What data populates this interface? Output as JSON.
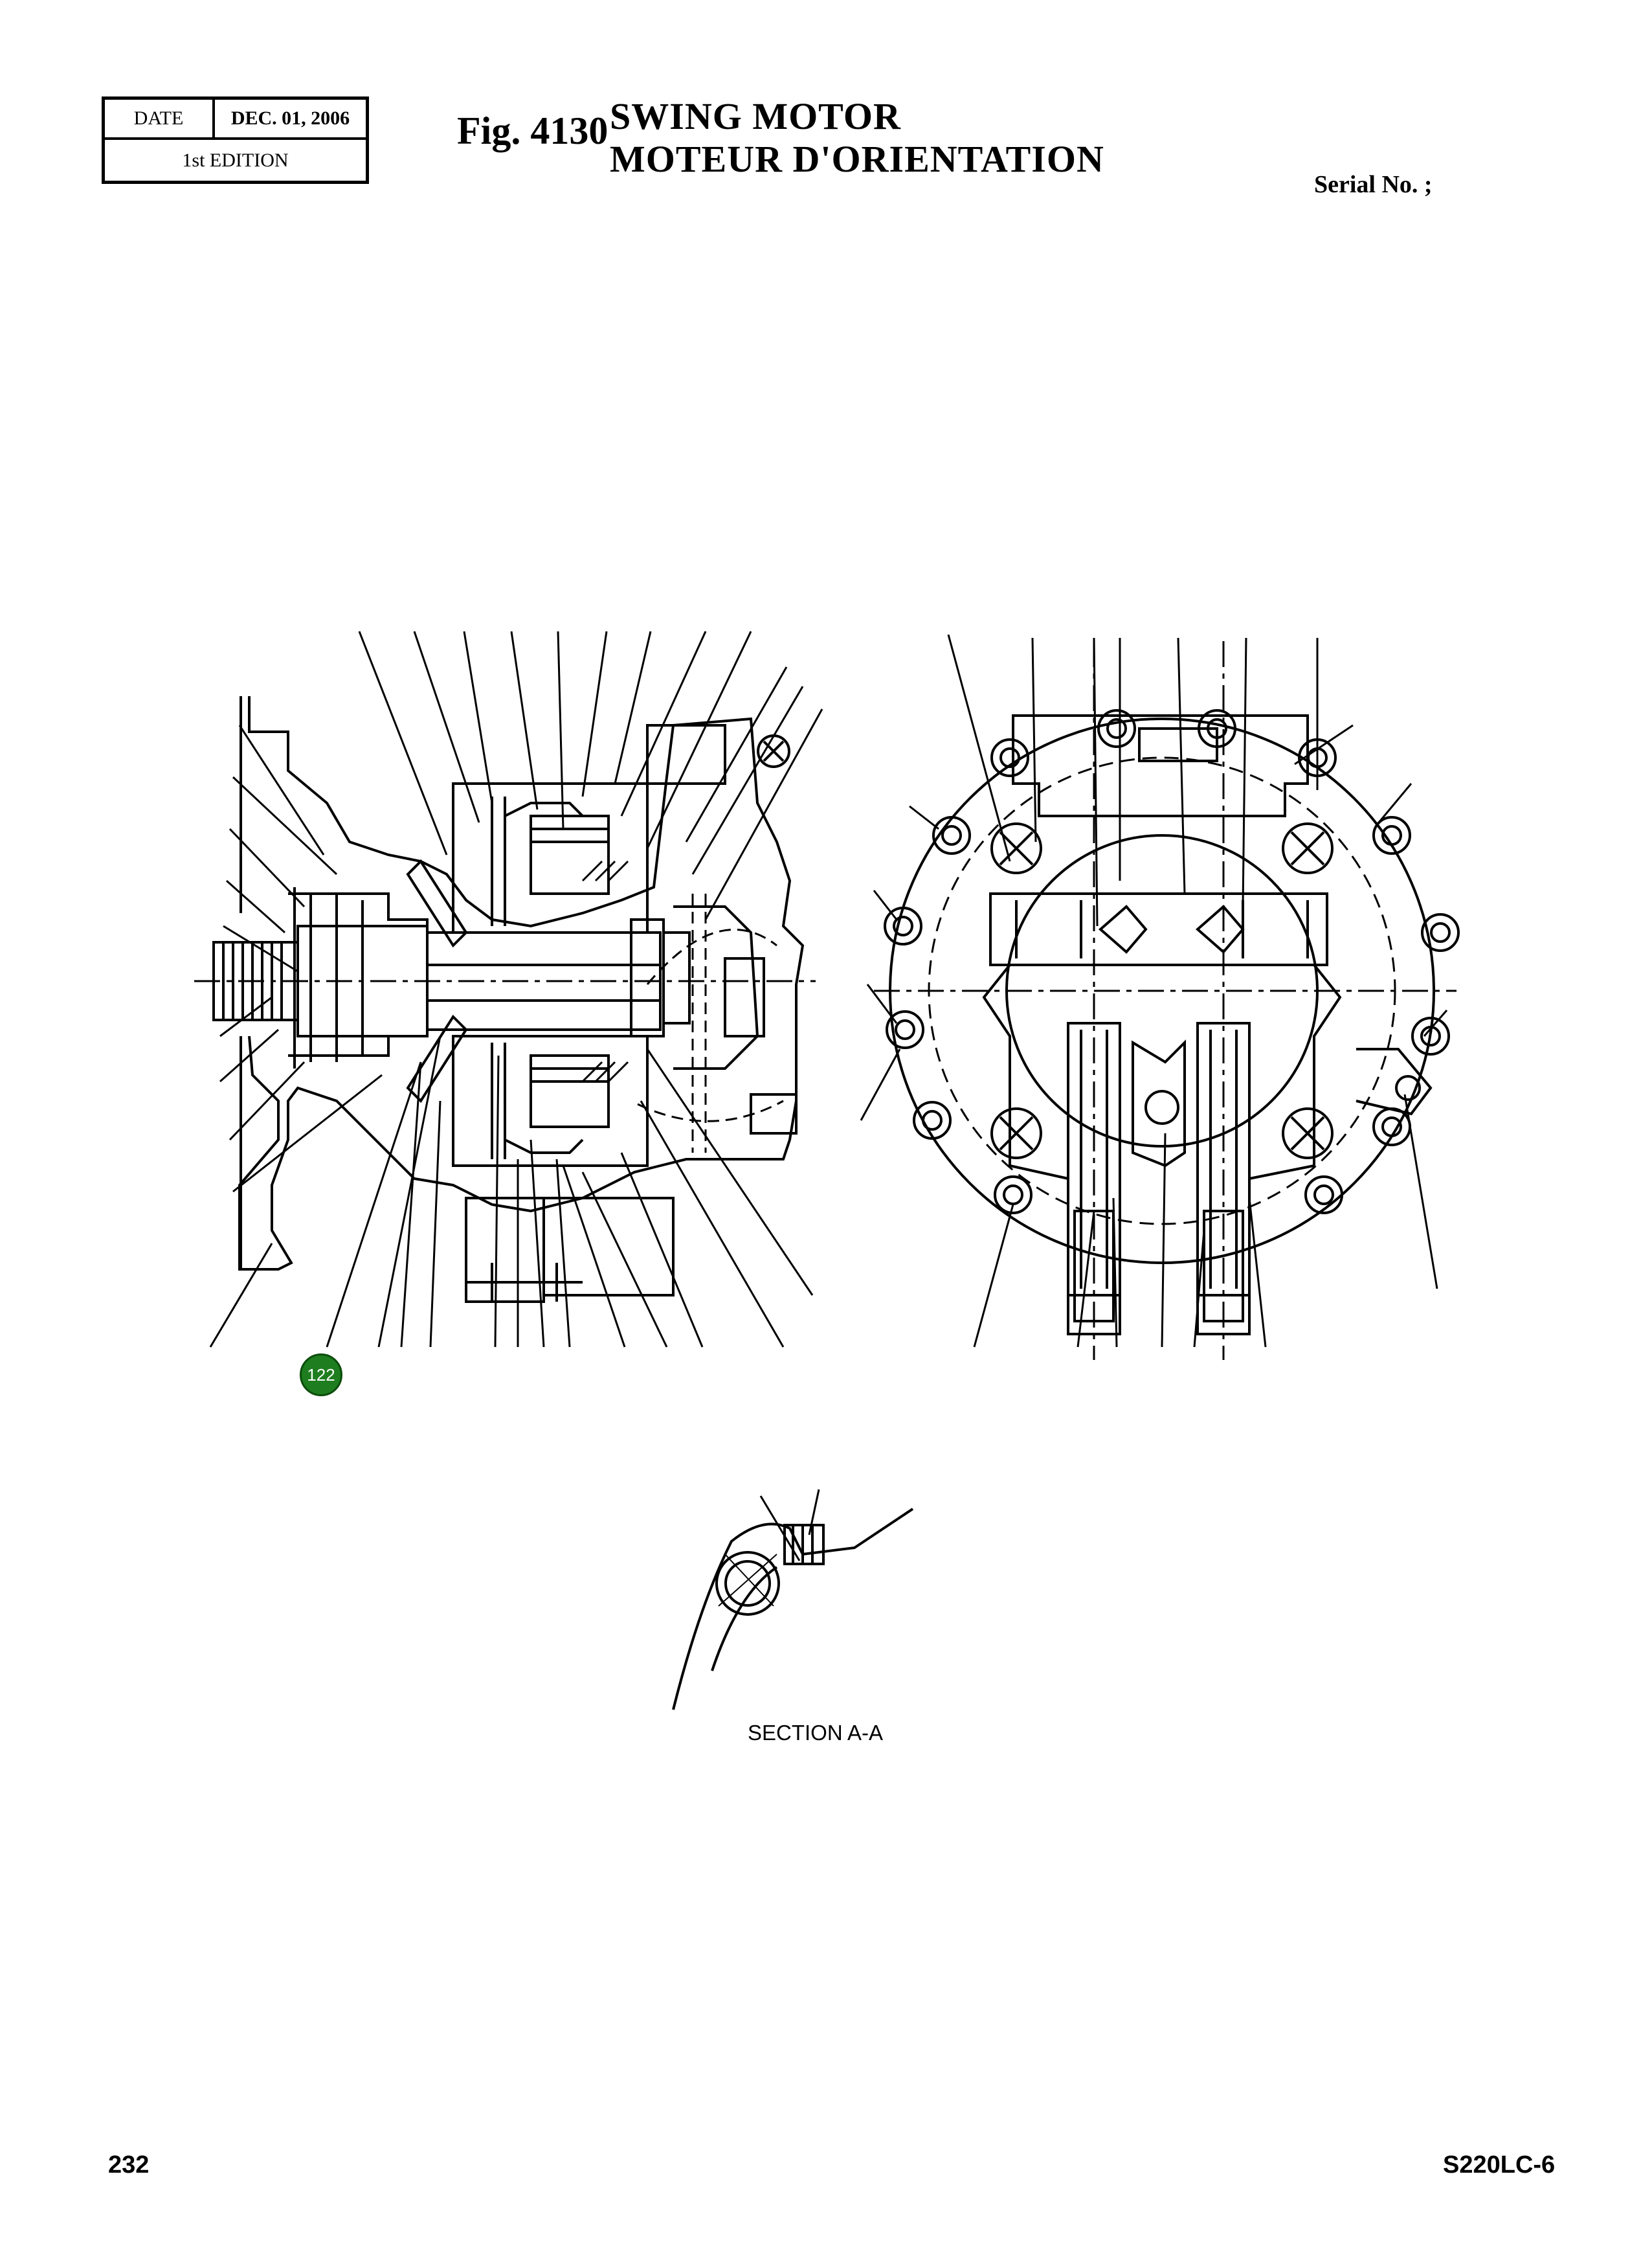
{
  "header": {
    "date_label": "DATE",
    "date_value": "DEC. 01, 2006",
    "edition": "1st EDITION",
    "figure_number": "Fig. 4130",
    "title_en": "SWING  MOTOR",
    "title_fr": "MOTEUR D'ORIENTATION",
    "serial": "Serial No. ;"
  },
  "drawing": {
    "callout": "122",
    "section_label": "SECTION  A-A"
  },
  "footer": {
    "page_number": "232",
    "model": "S220LC-6"
  }
}
